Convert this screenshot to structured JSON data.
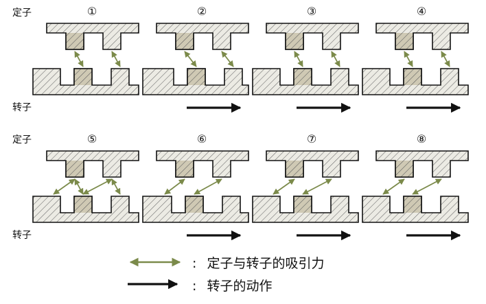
{
  "labels": {
    "stator": "定子",
    "rotor": "转子"
  },
  "panels": [
    {
      "number": "①"
    },
    {
      "number": "②"
    },
    {
      "number": "③"
    },
    {
      "number": "④"
    },
    {
      "number": "⑤"
    },
    {
      "number": "⑥"
    },
    {
      "number": "⑦"
    },
    {
      "number": "⑧"
    }
  ],
  "legend": {
    "attraction": {
      "separator": ":",
      "text": "定子与转子的吸引力"
    },
    "motion": {
      "separator": ":",
      "text": "转子的动作"
    }
  },
  "colors": {
    "attraction_arrow": "#7b8a4a",
    "motion_arrow": "#111111",
    "hatch_fill": "#ecebe4",
    "active_tooth": "#cfc9b4",
    "outline": "#111111"
  },
  "icons": {
    "attraction": "double-headed-arrow-icon",
    "motion": "right-arrow-icon"
  }
}
